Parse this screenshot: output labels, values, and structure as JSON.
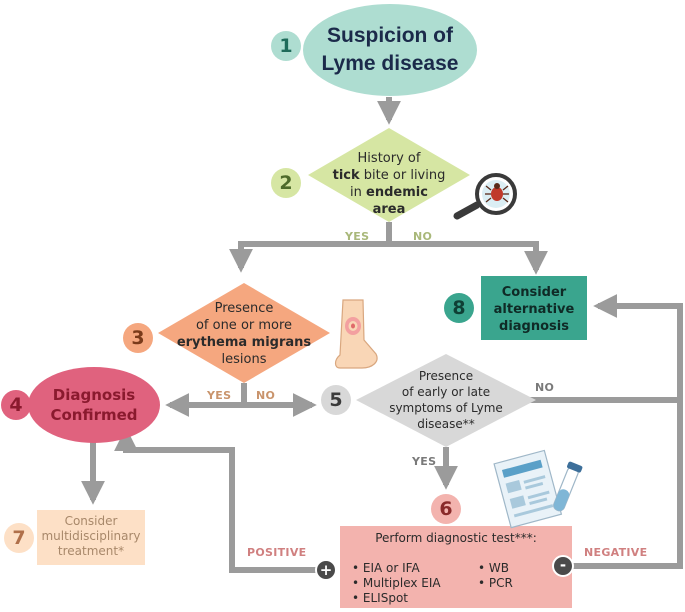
{
  "colors": {
    "gray": "#9b9b9b",
    "mint": "#aeddd1",
    "lime": "#d6e6a3",
    "peach": "#f5a77f",
    "pink": "#e0627e",
    "lightgray": "#d8d8d8",
    "salmon": "#f3b3ae",
    "teal": "#3aa58e",
    "skin": "#fde0c6"
  },
  "steps": {
    "s1": {
      "number": "1",
      "line1": "Suspicion of",
      "line2": "Lyme disease"
    },
    "s2": {
      "number": "2",
      "line1": "History of",
      "bold_a": "tick",
      "line2_rest": " bite or living",
      "line3": "in ",
      "bold_b": "endemic",
      "line4": "area"
    },
    "s3": {
      "number": "3",
      "line1": "Presence",
      "line2": "of one or more",
      "bold": "erythema migrans",
      "line4": "lesions"
    },
    "s4": {
      "number": "4",
      "line1": "Diagnosis",
      "line2": "Confirmed"
    },
    "s5": {
      "number": "5",
      "line1": "Presence",
      "line2": "of early or late",
      "line3": "symptoms of Lyme",
      "line4": "disease**"
    },
    "s6": {
      "number": "6",
      "title": "Perform diagnostic test***:",
      "tests_left": [
        "EIA or IFA",
        "Multiplex EIA",
        "ELISpot"
      ],
      "tests_right": [
        "WB",
        "PCR"
      ]
    },
    "s7": {
      "number": "7",
      "line1": "Consider",
      "line2": "multidisciplinary",
      "line3": "treatment*"
    },
    "s8": {
      "number": "8",
      "line1": "Consider",
      "line2": "alternative",
      "line3": "diagnosis"
    }
  },
  "edges": {
    "yes": "YES",
    "no": "NO",
    "positive": "POSITIVE",
    "negative": "NEGATIVE",
    "plus": "+",
    "minus": "-"
  },
  "icons": [
    "tick-magnifier-icon",
    "leg-lesion-icon",
    "lab-report-tube-icon",
    "plus-circle-icon",
    "minus-circle-icon"
  ]
}
